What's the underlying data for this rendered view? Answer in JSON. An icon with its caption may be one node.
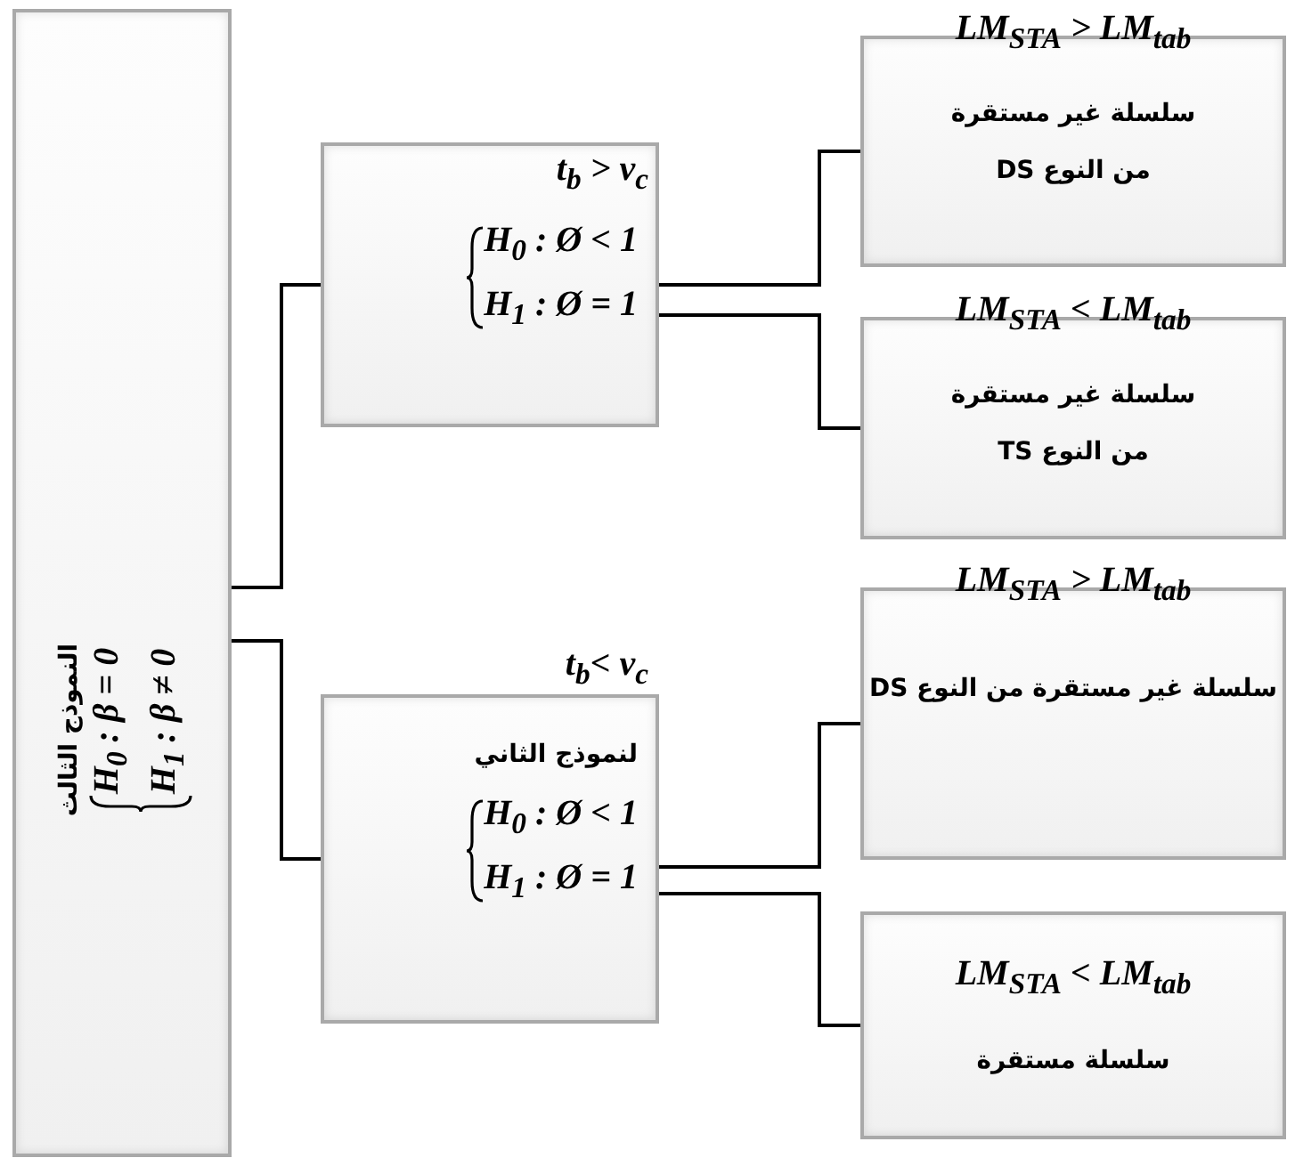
{
  "diagram": {
    "nodes": [
      {
        "text": [
          "النموذج الثالث",
          "H$_{0}$ : β = 0",
          "H$_{1}$ : β ≠ 0"
        ]
      },
      {
        "text": [
          "t$_{b}$ > v$_{c}$",
          "H$_{0}$ : Ø < 1",
          "H$_{1}$ : Ø = 1"
        ]
      },
      {
        "text": [
          "t$_{b}$< v$_{c}$",
          "لنموذج الثاني",
          "H$_{0}$ : Ø < 1",
          "H$_{1}$ : Ø = 1"
        ]
      },
      {
        "text": [
          "LM$_{STA}$ > LM$_{tab}$",
          "سلسلة غير مستقرة",
          "من النوع DS"
        ]
      },
      {
        "text": [
          "LM$_{STA}$ < LM$_{tab}$",
          "سلسلة غير مستقرة",
          "من النوع  TS"
        ]
      },
      {
        "text": [
          "LM$_{STA}$ > LM$_{tab}$",
          "سلسلة غير مستقرة من النوع DS"
        ]
      },
      {
        "text": [
          "LM$_{STA}$ < LM$_{tab}$",
          "سلسلة مستقرة"
        ]
      }
    ],
    "edges": [
      {
        "from": 0,
        "to": 1,
        "arrow": "none"
      },
      {
        "from": 0,
        "to": 2,
        "arrow": "none"
      },
      {
        "from": 1,
        "to": 3,
        "arrow": "none"
      },
      {
        "from": 1,
        "to": 4,
        "arrow": "none"
      },
      {
        "from": 2,
        "to": 5,
        "arrow": "none"
      },
      {
        "from": 2,
        "to": 6,
        "arrow": "none"
      }
    ]
  }
}
